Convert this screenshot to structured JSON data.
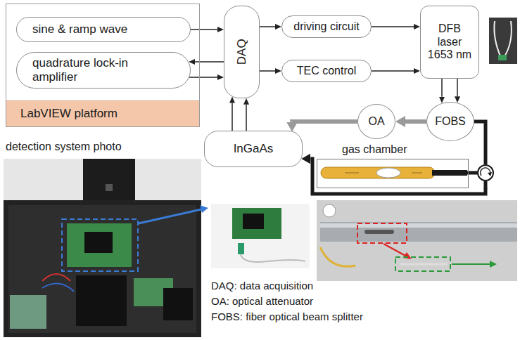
{
  "diagram": {
    "nodes": [
      {
        "text": [
          "LabVIEW platform"
        ]
      },
      {
        "text": [
          "sine & ramp wave"
        ],
        "in": 0
      },
      {
        "text": [
          "quadrature lock-in amplifier"
        ],
        "in": 0
      },
      {
        "text": [
          "DAQ"
        ]
      },
      {
        "text": [
          "driving circuit"
        ]
      },
      {
        "text": [
          "TEC control"
        ]
      },
      {
        "text": [
          "DFB laser 1653 nm"
        ]
      },
      {
        "text": [
          "OA"
        ]
      },
      {
        "text": [
          "FOBS"
        ]
      },
      {
        "text": [
          "InGaAs"
        ]
      },
      {
        "text": [
          "gas chamber"
        ]
      }
    ],
    "edges": [
      {
        "from": 1,
        "to": 3,
        "arrow": "to"
      },
      {
        "from": 3,
        "to": 2,
        "arrow": "to"
      },
      {
        "from": 2,
        "to": 3,
        "arrow": "to"
      },
      {
        "from": 3,
        "to": 4,
        "arrow": "to"
      },
      {
        "from": 3,
        "to": 5,
        "arrow": "to"
      },
      {
        "from": 4,
        "to": 6,
        "arrow": "to"
      },
      {
        "from": 5,
        "to": 6,
        "arrow": "to"
      },
      {
        "from": 6,
        "to": 8,
        "arrow": "to"
      },
      {
        "from": 6,
        "to": 8,
        "arrow": "to"
      },
      {
        "from": 8,
        "to": 7,
        "arrow": "to"
      },
      {
        "from": 7,
        "to": 9,
        "arrow": "to"
      },
      {
        "from": 8,
        "to": 10,
        "arrow": "none"
      },
      {
        "from": 10,
        "to": 9,
        "arrow": "to"
      },
      {
        "from": 9,
        "to": 3,
        "arrow": "to"
      },
      {
        "from": 9,
        "to": 3,
        "arrow": "to"
      }
    ],
    "labels": [
      "detection system photo",
      "DAQ: data acquisition",
      "OA: optical attenuator",
      "FOBS: fiber optical beam splitter"
    ]
  }
}
